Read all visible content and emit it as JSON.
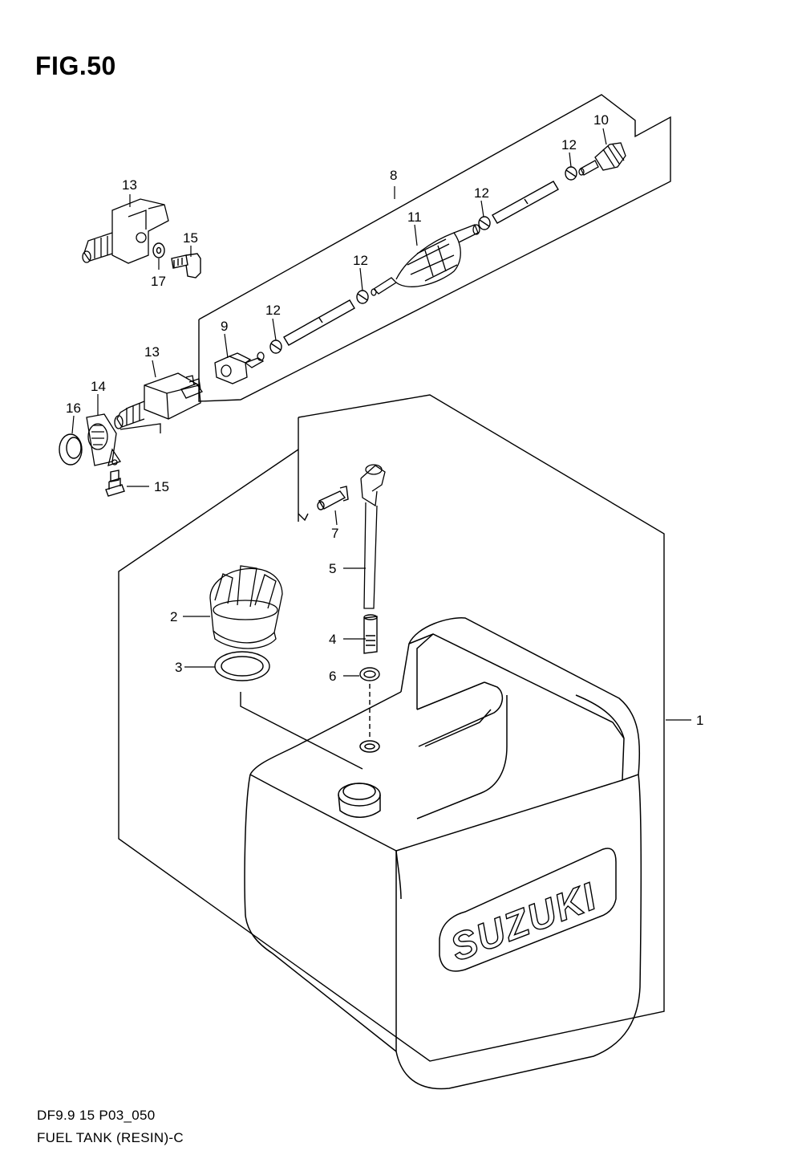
{
  "figure": {
    "title": "FIG.50",
    "footer_code": "DF9.9 15 P03_050",
    "footer_description": "FUEL TANK (RESIN)-C",
    "brand_mark": "SUZUKI"
  },
  "callouts": {
    "c1": "1",
    "c2": "2",
    "c3": "3",
    "c4": "4",
    "c5": "5",
    "c6": "6",
    "c7": "7",
    "c8": "8",
    "c9": "9",
    "c10": "10",
    "c11": "11",
    "c12a": "12",
    "c12b": "12",
    "c12c": "12",
    "c12d": "12",
    "c13a": "13",
    "c13b": "13",
    "c14": "14",
    "c15a": "15",
    "c15b": "15",
    "c16": "16",
    "c17": "17"
  }
}
